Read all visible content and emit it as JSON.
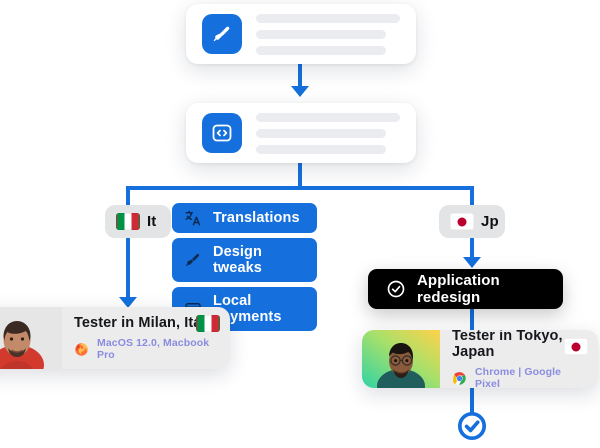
{
  "flow": {
    "cards": [
      {
        "id": "design-card",
        "icon": "paintbrush-icon",
        "bar_count": 3
      },
      {
        "id": "code-card",
        "icon": "code-brackets-icon",
        "bar_count": 3
      }
    ],
    "branches": [
      {
        "id": "italy-branch",
        "badge_label": "It",
        "flag": "flag-italy-icon"
      },
      {
        "id": "japan-branch",
        "badge_label": "Jp",
        "flag": "flag-japan-icon"
      }
    ],
    "tasks": [
      {
        "label": "Translations",
        "icon": "translate-icon"
      },
      {
        "label": "Design tweaks",
        "icon": "paintbrush-icon"
      },
      {
        "label": "Local payments",
        "icon": "credit-card-icon"
      }
    ],
    "milestone": {
      "label": "Application redesign",
      "icon": "check-circle-icon"
    },
    "testers": [
      {
        "name": "Tester in Milan, Italy",
        "meta": "MacOS 12.0, Macbook Pro",
        "browser_icon": "firefox-icon",
        "flag": "flag-italy-icon"
      },
      {
        "name": "Tester in Tokyo, Japan",
        "meta": "Chrome | Google Pixel",
        "browser_icon": "chrome-icon",
        "flag": "flag-japan-icon"
      }
    ],
    "end_marker": {
      "icon": "check-circle-icon"
    }
  },
  "colors": {
    "accent": "#1570dd",
    "badge_bg": "#e3e4e6",
    "card_bg": "#ececec",
    "placeholder_bar": "#ebecef",
    "milestone_bg": "#000000",
    "meta_text": "#8a8ce0",
    "flag_italy_green": "#009246",
    "flag_italy_red": "#ce2b37",
    "flag_japan_red": "#bc002d"
  }
}
